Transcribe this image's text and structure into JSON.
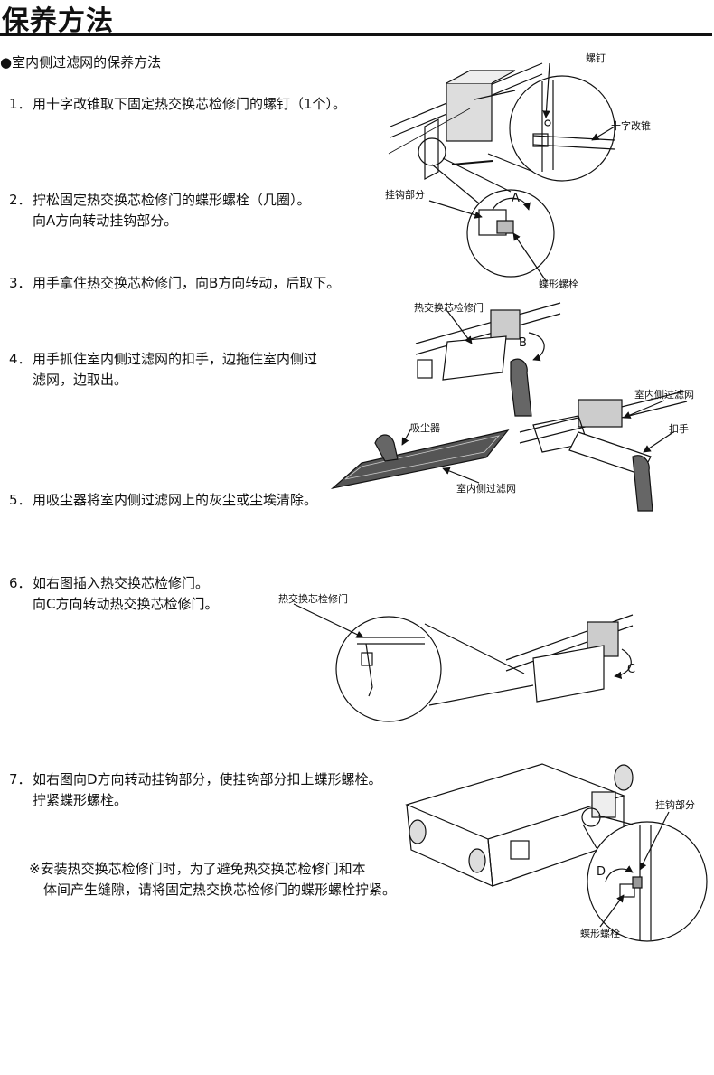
{
  "page": {
    "title": "保养方法",
    "section": "●室内侧过滤网的保养方法"
  },
  "steps": [
    {
      "num": "1．",
      "lines": [
        "用十字改锥取下固定热交换芯检修门的螺钉（1个）。"
      ]
    },
    {
      "num": "2．",
      "lines": [
        "拧松固定热交换芯检修门的蝶形螺栓（几圈）。",
        "向A方向转动挂钩部分。"
      ]
    },
    {
      "num": "3．",
      "lines": [
        "用手拿住热交换芯检修门，向B方向转动，后取下。"
      ]
    },
    {
      "num": "4．",
      "lines": [
        "用手抓住室内侧过滤网的扣手，边拖住室内侧过",
        "滤网，边取出。"
      ]
    },
    {
      "num": "5．",
      "lines": [
        "用吸尘器将室内侧过滤网上的灰尘或尘埃清除。"
      ]
    },
    {
      "num": "6．",
      "lines": [
        "如右图插入热交换芯检修门。",
        "向C方向转动热交换芯检修门。"
      ]
    },
    {
      "num": "7．",
      "lines": [
        "如右图向D方向转动挂钩部分，使挂钩部分扣上蝶形螺栓。",
        "拧紧蝶形螺栓。"
      ]
    }
  ],
  "note": {
    "line1": "※安装热交换芯检修门时，为了避免热交换芯检修门和本",
    "line2": "体间产生缝隙，请将固定热交换芯检修门的蝶形螺栓拧紧。"
  },
  "figures": {
    "fig1": {
      "screw": "螺钉",
      "screwdriver": "十字改锥",
      "hook": "挂钩部分",
      "dir": "A",
      "wing_bolt": "蝶形螺栓"
    },
    "fig2": {
      "door": "热交换芯检修门",
      "dir": "B"
    },
    "fig3": {
      "filter": "室内侧过滤网",
      "handle": "扣手"
    },
    "fig4": {
      "vacuum": "吸尘器",
      "filter": "室内侧过滤网"
    },
    "fig5": {
      "door": "热交换芯检修门",
      "dir": "C"
    },
    "fig6": {
      "hook": "挂钩部分",
      "dir": "D",
      "wing_bolt": "蝶形螺栓"
    }
  }
}
